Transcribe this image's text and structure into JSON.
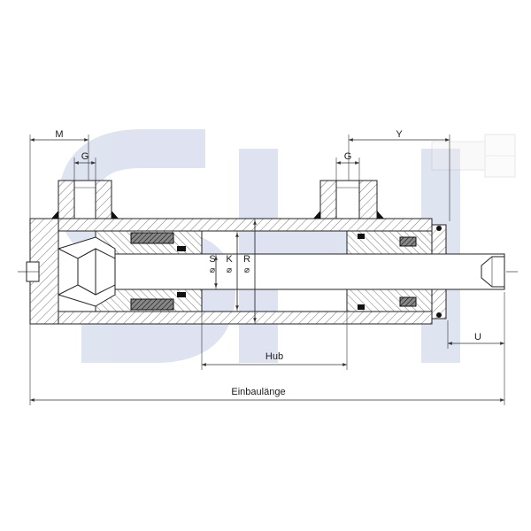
{
  "dimensions": {
    "M": "M",
    "G_left": "G",
    "G_right": "G",
    "Y": "Y",
    "U": "U",
    "S": "S",
    "K": "K",
    "R": "R",
    "diameter_symbol": "⌀",
    "stroke": "Hub",
    "installation_length": "Einbaulänge"
  },
  "watermark": {
    "text": "SH",
    "color": "#c5cde6"
  },
  "colors": {
    "section_hatch": "#555555",
    "outline": "#222222",
    "seal_dark": "#1a1a1a"
  }
}
